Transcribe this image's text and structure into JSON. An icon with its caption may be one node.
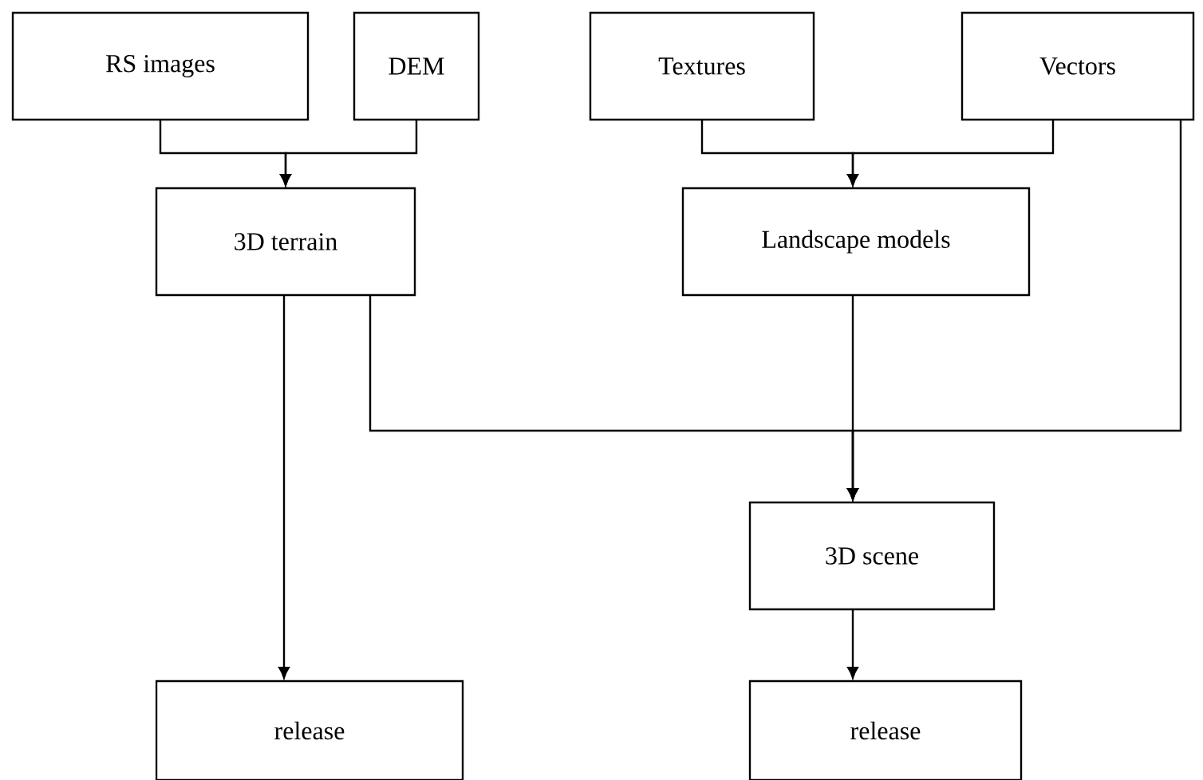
{
  "diagram": {
    "nodes": [
      {
        "text": [
          "RS images"
        ]
      },
      {
        "text": [
          "DEM"
        ]
      },
      {
        "text": [
          "Textures"
        ]
      },
      {
        "text": [
          "Vectors"
        ]
      },
      {
        "text": [
          "3D terrain"
        ]
      },
      {
        "text": [
          "Landscape models"
        ]
      },
      {
        "text": [
          "3D scene"
        ]
      },
      {
        "text": [
          "release"
        ]
      },
      {
        "text": [
          "release"
        ]
      }
    ],
    "edges": [
      {
        "from": 0,
        "to": 4,
        "arrow": "to"
      },
      {
        "from": 1,
        "to": 4,
        "arrow": "to"
      },
      {
        "from": 2,
        "to": 5,
        "arrow": "to"
      },
      {
        "from": 3,
        "to": 5,
        "arrow": "to"
      },
      {
        "from": 4,
        "to": 7,
        "arrow": "to"
      },
      {
        "from": 5,
        "to": 6,
        "arrow": "to"
      },
      {
        "from": 4,
        "to": 6,
        "arrow": "to"
      },
      {
        "from": 3,
        "to": 6,
        "arrow": "to"
      },
      {
        "from": 6,
        "to": 8,
        "arrow": "to"
      }
    ]
  }
}
